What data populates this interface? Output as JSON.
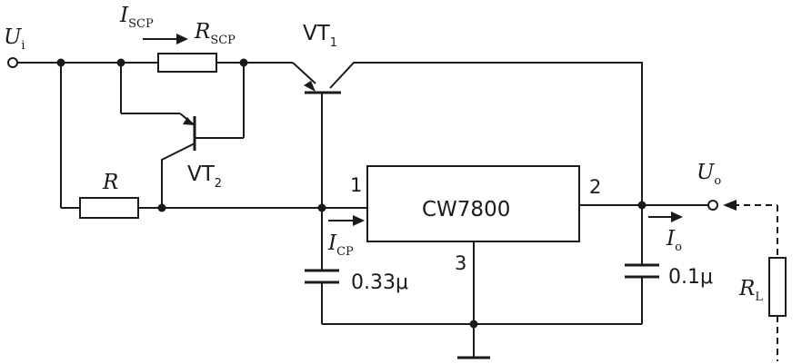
{
  "labels": {
    "u_in": {
      "main": "U",
      "sub": "i"
    },
    "i_scp": {
      "main": "I",
      "sub": "SCP"
    },
    "r_scp": {
      "main": "R",
      "sub": "SCP"
    },
    "vt1": {
      "main": "VT",
      "sub": "1"
    },
    "vt2": {
      "main": "VT",
      "sub": "2"
    },
    "r": "R",
    "ic_name": "CW7800",
    "pin1": "1",
    "pin2": "2",
    "pin3": "3",
    "i_cp": {
      "main": "I",
      "sub": "CP"
    },
    "c1_value": "0.33μ",
    "c2_value": "0.1μ",
    "u_out": {
      "main": "U",
      "sub": "o"
    },
    "i_out": {
      "main": "I",
      "sub": "o"
    },
    "r_load": {
      "main": "R",
      "sub": "L"
    }
  }
}
